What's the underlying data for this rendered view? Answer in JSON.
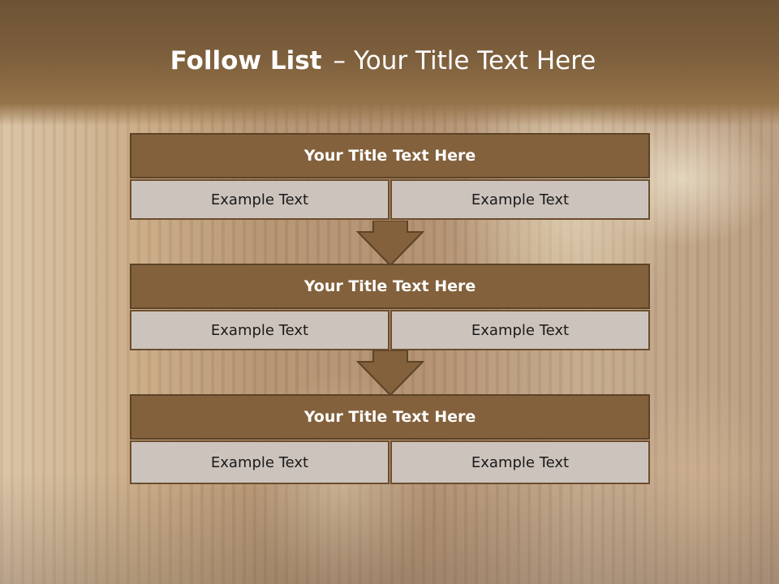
{
  "slide": {
    "title_bold": "Follow List",
    "title_dash": "–",
    "title_rest": "Your Title Text Here"
  },
  "steps": [
    {
      "title": "Your Title Text Here",
      "cells": [
        "Example Text",
        "Example Text"
      ]
    },
    {
      "title": "Your Title Text Here",
      "cells": [
        "Example Text",
        "Example Text"
      ]
    },
    {
      "title": "Your Title Text Here",
      "cells": [
        "Example Text",
        "Example Text"
      ]
    }
  ],
  "colors": {
    "header_fill": "#83613c",
    "header_border": "#5c4327",
    "cell_fill": "#ccc3bc",
    "arrow_fill": "#83613c",
    "title_band": "#7d5f3d"
  },
  "icons": {
    "connector": "down-arrow-icon"
  }
}
